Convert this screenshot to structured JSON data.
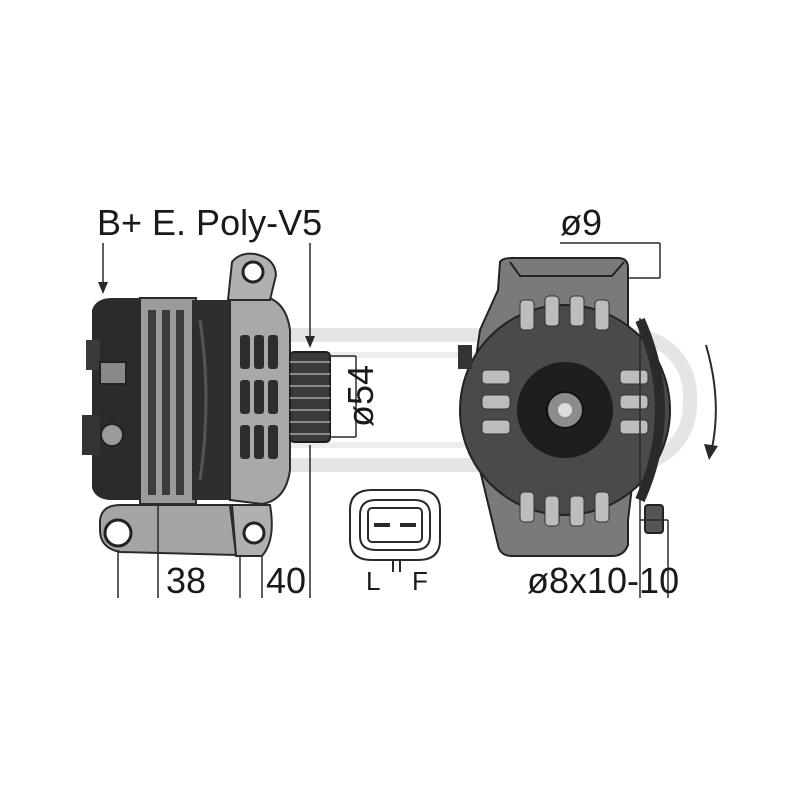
{
  "labels": {
    "top_left": "B+ E. Poly-V5",
    "top_right": "ø9",
    "pulley_diameter": "ø54",
    "dim_38": "38",
    "dim_40": "40",
    "bolt_dims": "ø8x10-10",
    "connector_left": "L",
    "connector_right": "F"
  },
  "colors": {
    "line": "#2a2a2a",
    "body_dark": "#2b2b2b",
    "body_mid": "#6f6f6f",
    "body_light": "#b9b9b9",
    "watermark": "#e3e3e3"
  },
  "icons": [
    "rotation-arrow-icon"
  ]
}
